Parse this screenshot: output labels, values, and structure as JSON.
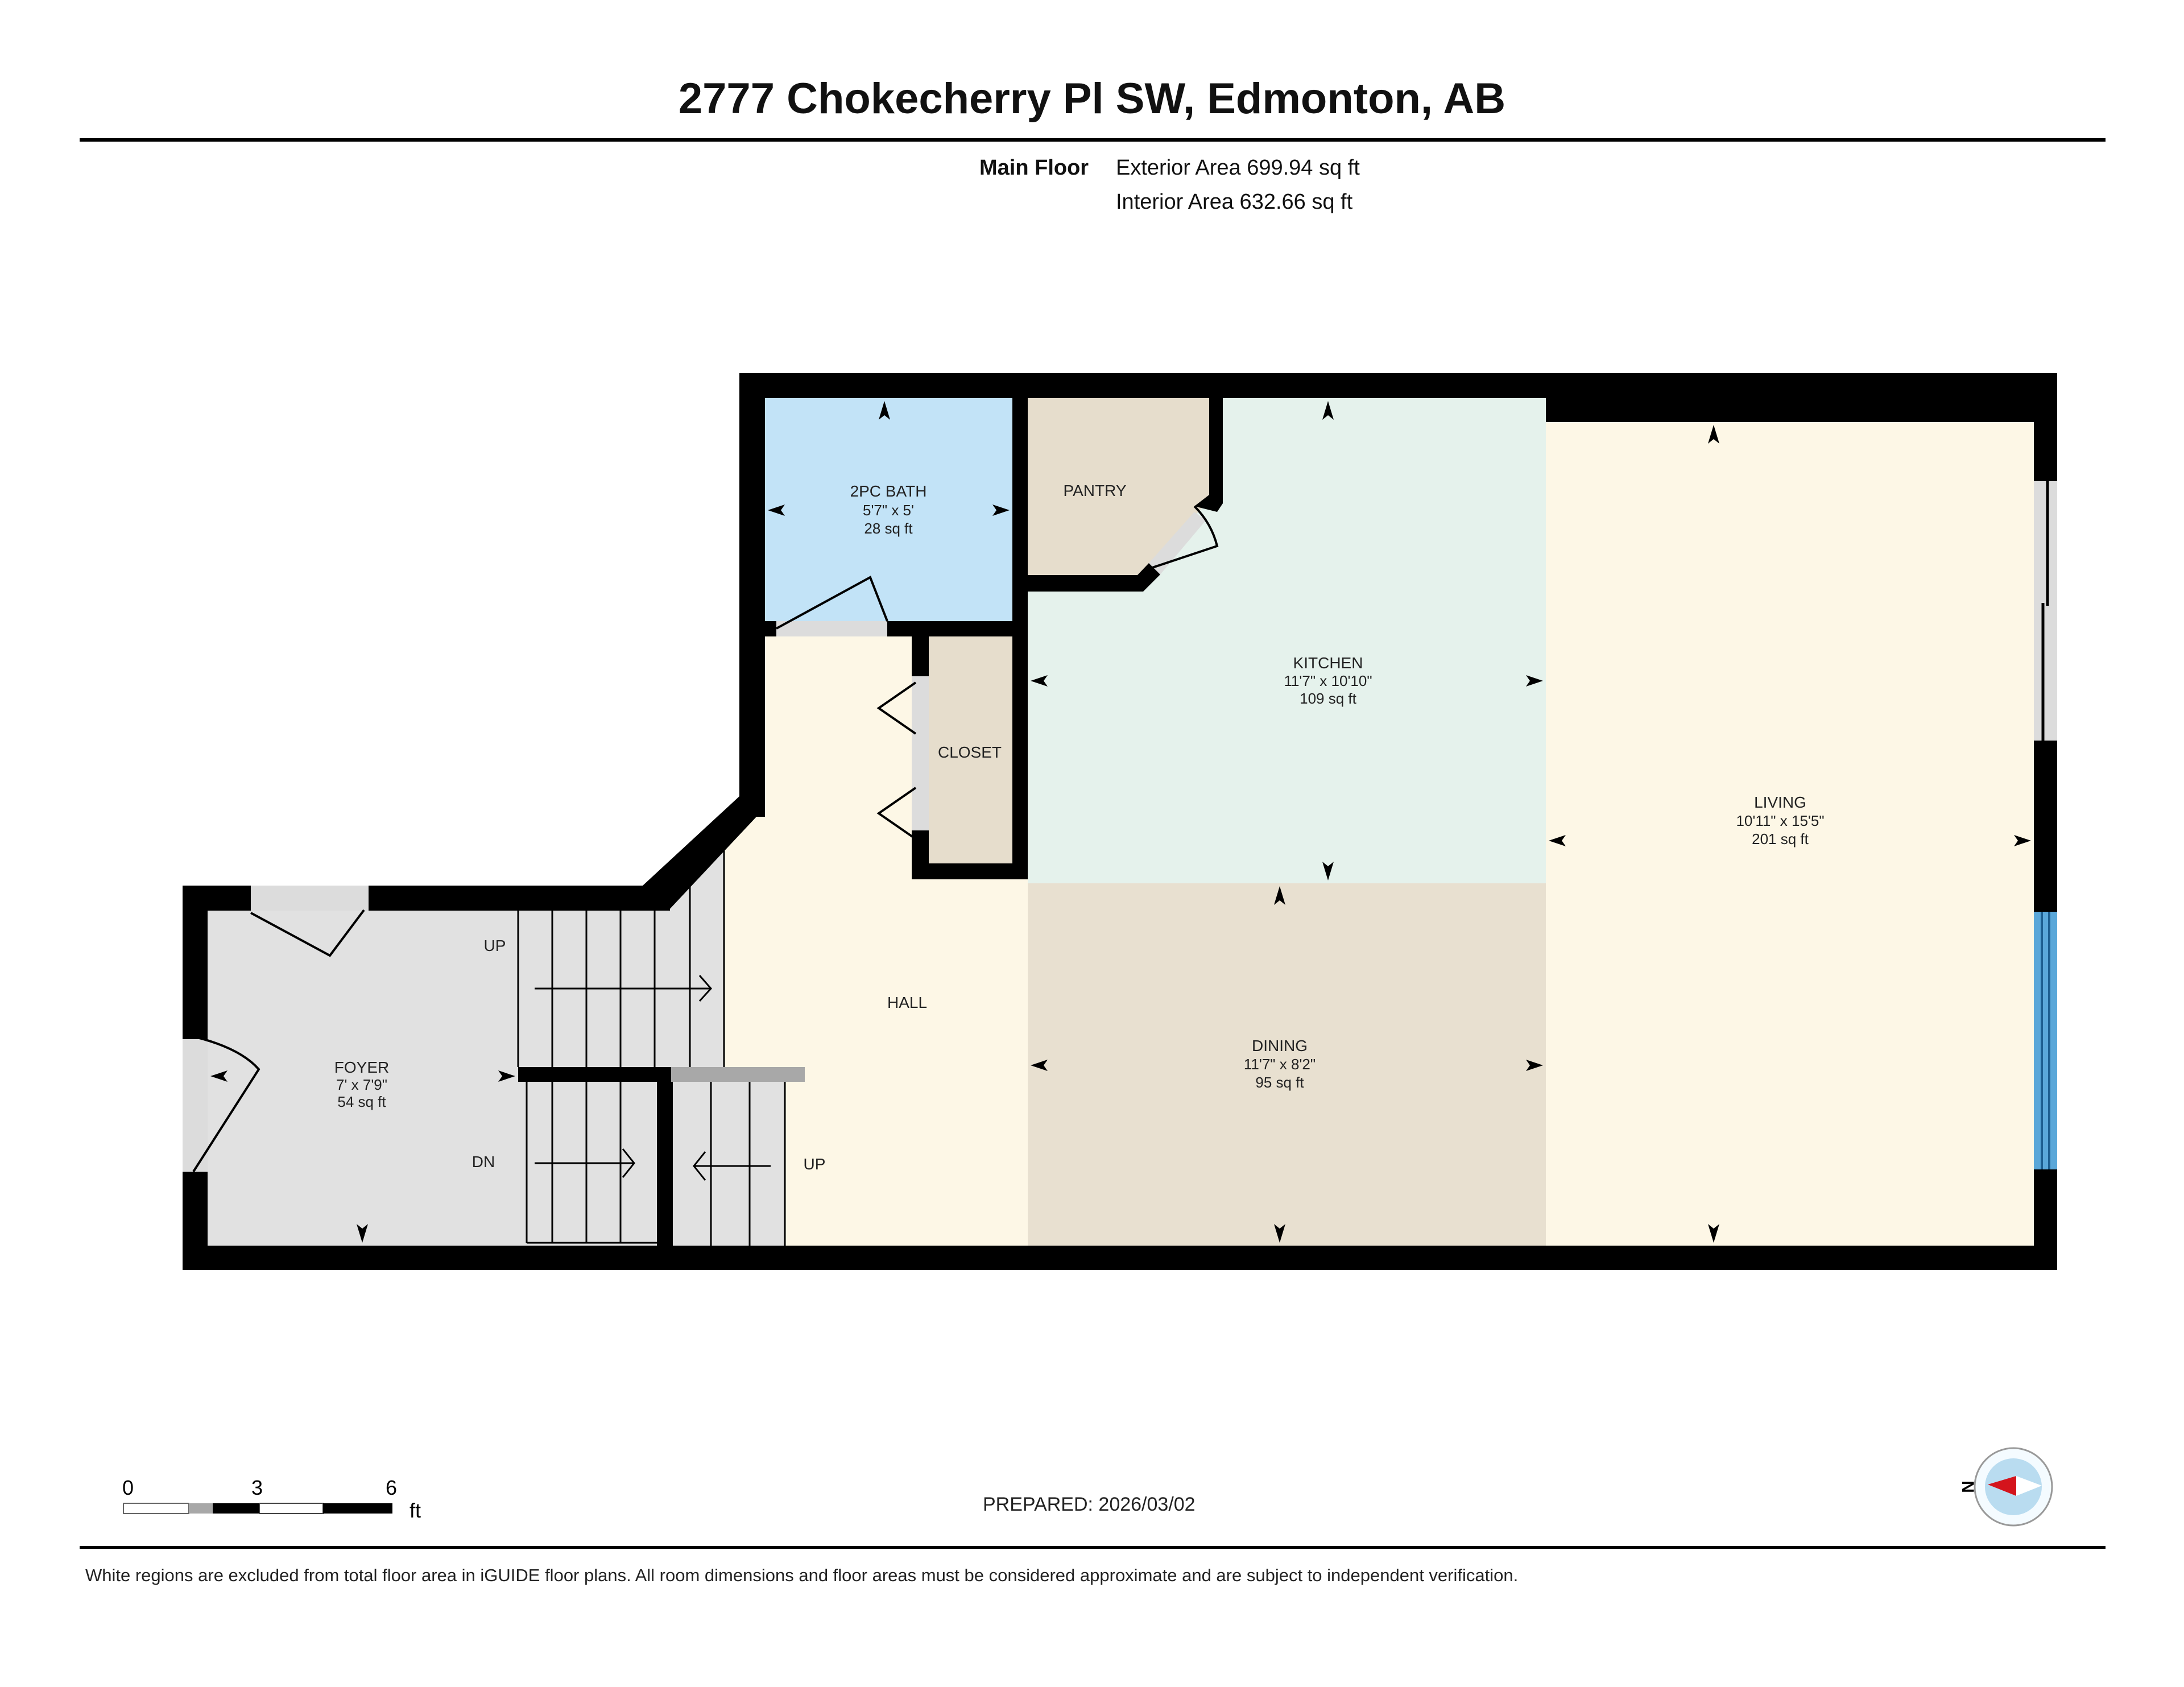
{
  "header": {
    "title": "2777 Chokecherry Pl SW, Edmonton, AB",
    "floor_name": "Main Floor",
    "exterior_area": "Exterior Area 699.94 sq ft",
    "interior_area": "Interior Area 632.66 sq ft"
  },
  "rooms": [
    {
      "name": "2PC BATH",
      "dims": "5'7\" x 5'",
      "area": "28 sq ft",
      "color": "#c2e3f7"
    },
    {
      "name": "PANTRY",
      "dims": "",
      "area": "",
      "color": "#e6ddcc"
    },
    {
      "name": "KITCHEN",
      "dims": "11'7\" x 10'10\"",
      "area": "109 sq ft",
      "color": "#e5f2ec"
    },
    {
      "name": "LIVING",
      "dims": "10'11\" x 15'5\"",
      "area": "201 sq ft",
      "color": "#fdf7e6"
    },
    {
      "name": "CLOSET",
      "dims": "",
      "area": "",
      "color": "#e6ddcc"
    },
    {
      "name": "HALL",
      "dims": "",
      "area": "",
      "color": "#fdf7e6"
    },
    {
      "name": "DINING",
      "dims": "11'7\" x 8'2\"",
      "area": "95 sq ft",
      "color": "#e8e0d0"
    },
    {
      "name": "FOYER",
      "dims": "7' x 7'9\"",
      "area": "54 sq ft",
      "color": "#e1e1e1"
    }
  ],
  "stairs": {
    "upper_label": "UP",
    "lower_left_label": "DN",
    "lower_right_label": "UP"
  },
  "scale_bar": {
    "ticks": [
      "0",
      "3",
      "6"
    ],
    "unit": "ft"
  },
  "compass": {
    "label": "N",
    "needle_color": "#d4141c",
    "dial_color": "#b9dcf0"
  },
  "footer": {
    "prepared": "PREPARED: 2026/03/02",
    "disclaimer": "White regions are excluded from total floor area in iGUIDE floor plans. All room dimensions and floor areas must be considered approximate and are subject to independent verification."
  },
  "colors": {
    "wall": "#000000",
    "window_glass": "#5aa7d9",
    "door_threshold": "#dcdcdc",
    "stair_fill": "#e1e1e1"
  }
}
